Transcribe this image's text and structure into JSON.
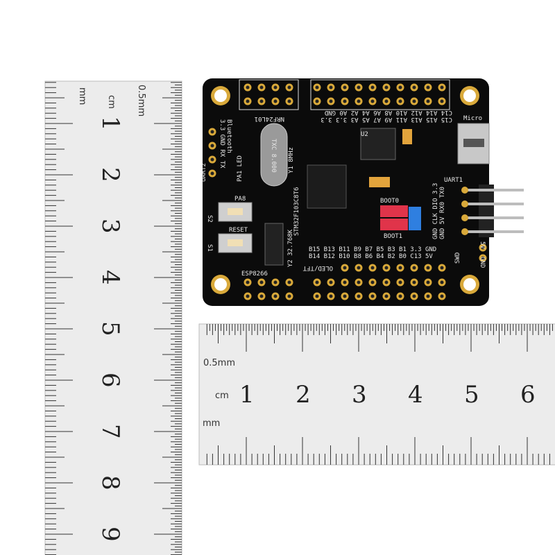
{
  "vertical_ruler": {
    "unit_labels": {
      "mm": "mm",
      "cm": "cm",
      "half_mm": "0.5mm"
    },
    "numbers": [
      "1",
      "2",
      "3",
      "4",
      "5",
      "6",
      "7",
      "8",
      "9"
    ]
  },
  "horizontal_ruler": {
    "unit_labels": {
      "half_mm": "0.5mm",
      "cm": "cm",
      "mm": "mm"
    },
    "numbers": [
      "1",
      "2",
      "3",
      "4",
      "5",
      "6"
    ]
  },
  "board": {
    "colors": {
      "pcb": "#0b0b0b",
      "gold": "#d9a93a",
      "silk": "#e8e8e8",
      "jumper_red": "#e0344a",
      "jumper_blue": "#2f7fe0"
    },
    "chip_label": "STM32F103C8T6",
    "crystal_label": "TXC 8.000",
    "crystal_freq": "Y1 8MHz",
    "rtc_crystal": "Y2 32.768K",
    "top_header_label": "NRF24L01",
    "top_row_a": "C14 A14 A12 A10 A8 A6 A4 A2 A0 GND",
    "top_row_b": "C15 A15 A13 A11 A9 A7 A5 A3 3.3 3.3",
    "bluetooth_label": "Bluetooth",
    "bluetooth_pins": "3.3 GND RX TX",
    "uart2": "UART2",
    "led_label": "PA1 LED",
    "button1": "PA8",
    "button1_ref": "S2",
    "button2": "RESET",
    "button2_ref": "S1",
    "boot0": "BOOT0",
    "boot1": "BOOT1",
    "usb_label": "Micro",
    "regulator": "U2",
    "uart1": "UART1",
    "swd": "SWD",
    "swd_pins": "GND CLK DIO 3.3",
    "uart1_pins": "GND 5V RX0 TX0",
    "bottom_row_a": "B15 B13 B11 B9 B7 B5 B3 B1 3.3 GND",
    "bottom_row_b": "B14 B12 B10 B8 B6 B4 B2 B0 C13 5V",
    "esp_label": "ESP8266",
    "oled_label": "OLED/TFT",
    "power_5v": "5V",
    "power_gnd": "GND"
  }
}
